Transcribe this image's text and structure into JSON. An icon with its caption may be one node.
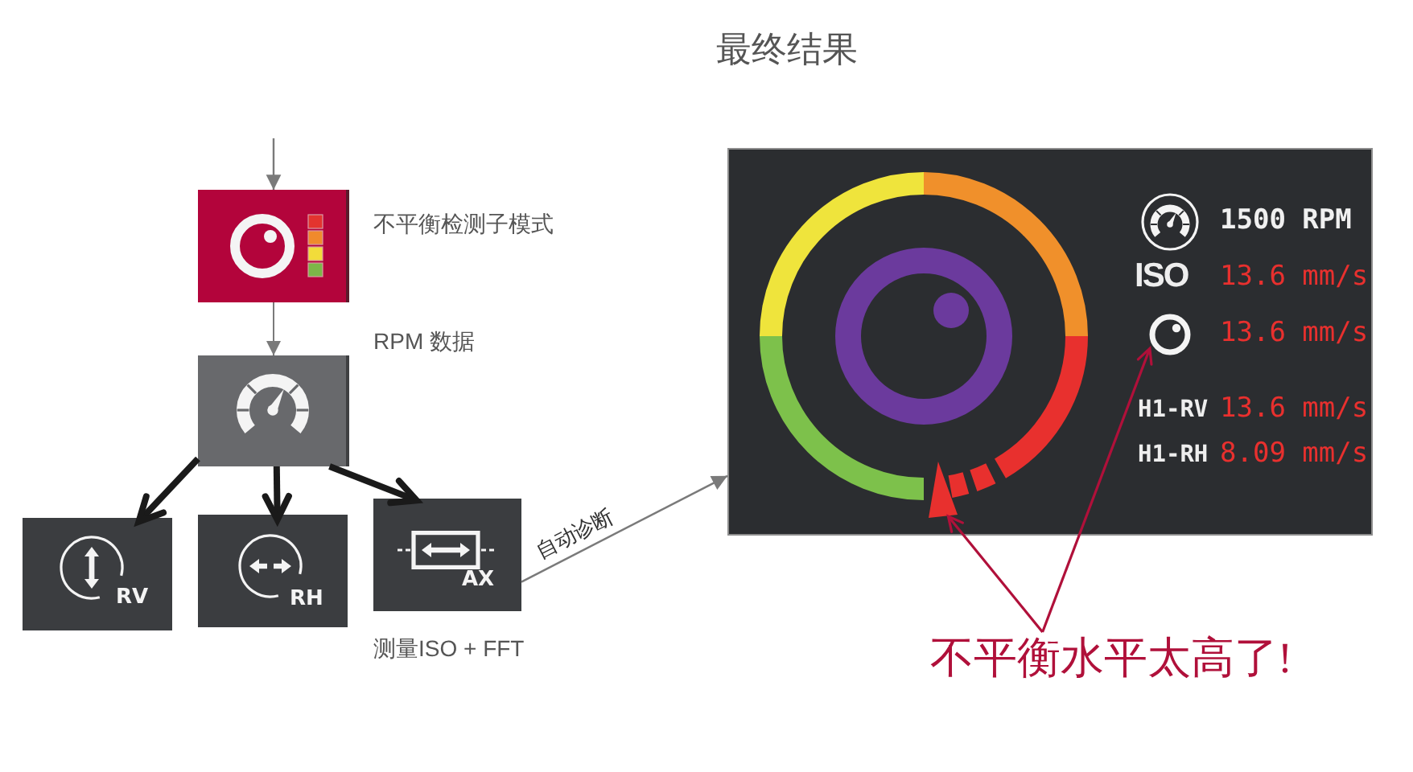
{
  "diagram": {
    "title": "最终结果",
    "nodes": [
      {
        "text": [],
        "shape": "picture",
        "beside": [
          "不平衡检测子模式"
        ]
      },
      {
        "text": [],
        "shape": "picture",
        "beside": [
          "RPM 数据"
        ]
      },
      {
        "text": [
          "RV"
        ]
      },
      {
        "text": [
          "RH"
        ]
      },
      {
        "text": [
          "AX"
        ],
        "beside": [
          "测量ISO + FFT"
        ]
      },
      {
        "text": [
          "1500 RPM",
          "ISO",
          "13.6 mm/s",
          "13.6 mm/s",
          "H1-RV",
          "13.6 mm/s",
          "H1-RH",
          "8.09 mm/s"
        ]
      },
      {
        "text": [],
        "shape": "triangle",
        "in": 5
      },
      {
        "text": [],
        "shape": "picture",
        "in": 5
      },
      {
        "text": [
          "不平衡水平太高了!"
        ]
      }
    ],
    "edges": [
      {
        "from": null,
        "to": 0,
        "arrow": "to"
      },
      {
        "from": 0,
        "to": 1,
        "arrow": "to"
      },
      {
        "from": 1,
        "to": 2,
        "arrow": "to",
        "style": "thick",
        "color": "#1a1a1a"
      },
      {
        "from": 1,
        "to": 3,
        "arrow": "to",
        "style": "thick",
        "color": "#1a1a1a"
      },
      {
        "from": 1,
        "to": 4,
        "arrow": "to",
        "style": "thick",
        "color": "#1a1a1a"
      },
      {
        "from": 4,
        "to": 5,
        "arrow": "to",
        "label": "自动诊断"
      },
      {
        "from": 8,
        "to": 6,
        "arrow": "to",
        "color": "#b0103a"
      },
      {
        "from": 8,
        "to": 7,
        "arrow": "to",
        "color": "#b0103a"
      }
    ]
  }
}
